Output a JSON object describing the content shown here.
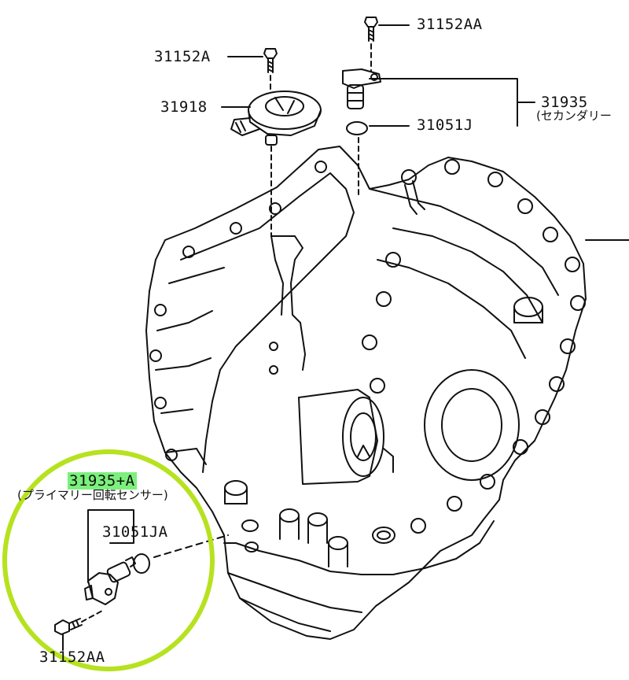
{
  "callouts": {
    "bolt_top_right": "31152AA",
    "bolt_top_left": "31152A",
    "cam_sensor": "31918",
    "secondary_sensor": "31935",
    "secondary_sensor_note": "(セカンダリー",
    "oring_top": "31051J",
    "primary_sensor": "31935+A",
    "primary_sensor_note": "(プライマリー回転センサー)",
    "oring_bottom": "31051JA",
    "bolt_bottom": "31152AA"
  },
  "highlight": {
    "circle_color": "#b6e21e",
    "label_color": "#7cf07c"
  }
}
